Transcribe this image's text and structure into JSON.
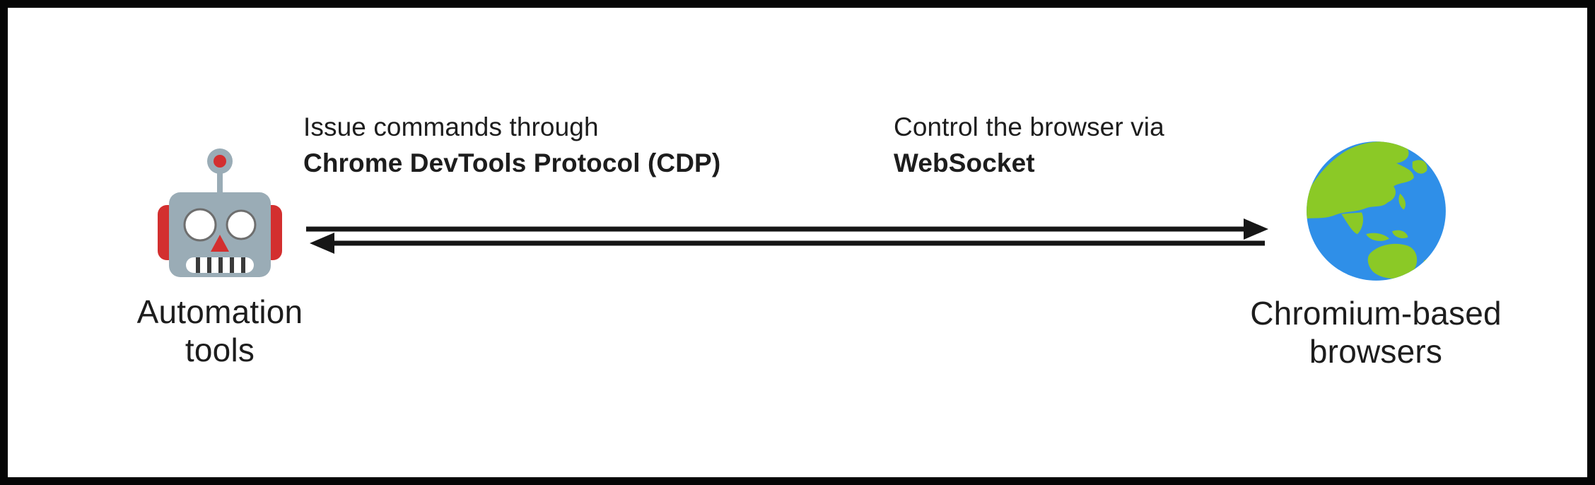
{
  "figure": {
    "type": "architecture-diagram",
    "border_color": "#050505",
    "background": "#ffffff"
  },
  "nodes": [
    {
      "id": "automation-tools",
      "icon": "robot-icon",
      "caption_line1": "Automation",
      "caption_line2": "tools",
      "colors": {
        "head": "#9AACB6",
        "ear": "#D32F2F",
        "antenna_ball": "#D32F2F",
        "eye": "#FFFFFF",
        "eye_rim": "#6E6E6E",
        "nose": "#D32F2F",
        "mouth": "#FFFFFF",
        "mouth_bar": "#3A3A3A"
      }
    },
    {
      "id": "chromium-based-browsers",
      "icon": "globe-asia-australia-icon",
      "caption_line1": "Chromium-based",
      "caption_line2": "browsers",
      "colors": {
        "ocean": "#2F8FE8",
        "land": "#8BC926"
      }
    }
  ],
  "connectors": [
    {
      "id": "outbound",
      "direction": "left-to-right",
      "from": "automation-tools",
      "to": "chromium-based-browsers",
      "label_line1": "Issue commands through",
      "label_line2": "Chrome DevTools Protocol (CDP)",
      "label_line2_bold": true,
      "color": "#161616"
    },
    {
      "id": "inbound",
      "direction": "right-to-left",
      "from": "chromium-based-browsers",
      "to": "automation-tools",
      "label_line1": "Control the browser via",
      "label_line2": "WebSocket",
      "label_line2_bold": true,
      "color": "#161616"
    }
  ]
}
